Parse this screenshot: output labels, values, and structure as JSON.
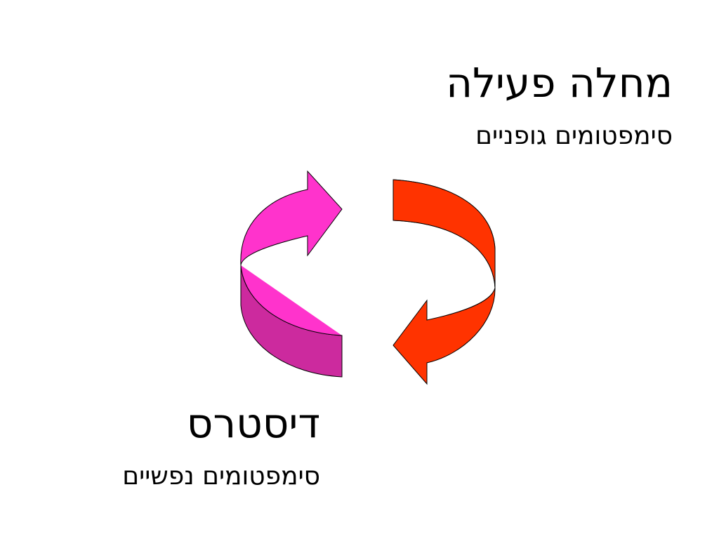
{
  "diagram": {
    "top_label": {
      "title": "מחלה פעילה",
      "subtitle": "סימפטומים גופניים"
    },
    "bottom_label": {
      "title": "דיסטרס",
      "subtitle": "סימפטומים נפשיים"
    },
    "arrows": {
      "left_front_color": "#FF33CC",
      "left_side_color": "#CC2A9E",
      "right_front_color": "#FF3300",
      "right_side_color": "#CC2900",
      "outline_color": "#000000"
    },
    "background_color": "#FFFFFF"
  }
}
